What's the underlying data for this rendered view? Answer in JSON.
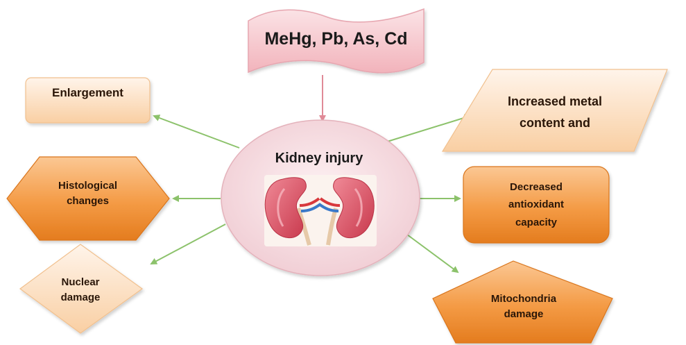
{
  "source_label": "MeHg, Pb, As, Cd",
  "center_label": "Kidney injury",
  "effects": {
    "enlargement": [
      "Enlargement"
    ],
    "histological": [
      "Histological",
      "changes"
    ],
    "nuclear": [
      "Nuclear",
      "damage"
    ],
    "metal_content": [
      "Increased metal",
      "content and"
    ],
    "antioxidant": [
      "Decreased",
      "antioxidant",
      "capacity"
    ],
    "mitochondria": [
      "Mitochondria",
      "damage"
    ]
  },
  "icons": {
    "center_image": "kidneys-icon"
  },
  "colors": {
    "source_fill": "#f7c9ce",
    "center_fill": "#f6dfe3",
    "light_fill": "#fde6cf",
    "orange_fill": "#f39a42",
    "arrow_green": "#8cc26b",
    "arrow_pink": "#e08a97",
    "kidney": "#d94b5e"
  }
}
